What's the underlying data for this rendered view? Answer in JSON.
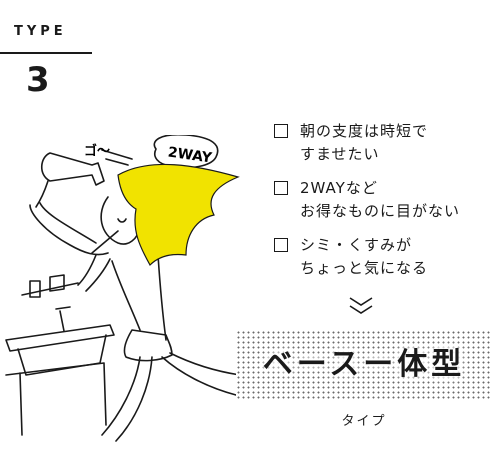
{
  "header": {
    "type_label": "TYPE",
    "type_number": "3"
  },
  "illustration": {
    "speech_bubble": "2WAY",
    "sound_effect": "ゴ〜",
    "hair_color": "#f1e300"
  },
  "checklist": [
    {
      "text": "朝の支度は時短で\nすませたい",
      "checked": false
    },
    {
      "text": "2WAYなど\nお得なものに目がない",
      "checked": false
    },
    {
      "text": "シミ・くすみが\nちょっと気になる",
      "checked": false
    }
  ],
  "result": {
    "title": "ベースー体型",
    "subtitle": "タイプ"
  }
}
